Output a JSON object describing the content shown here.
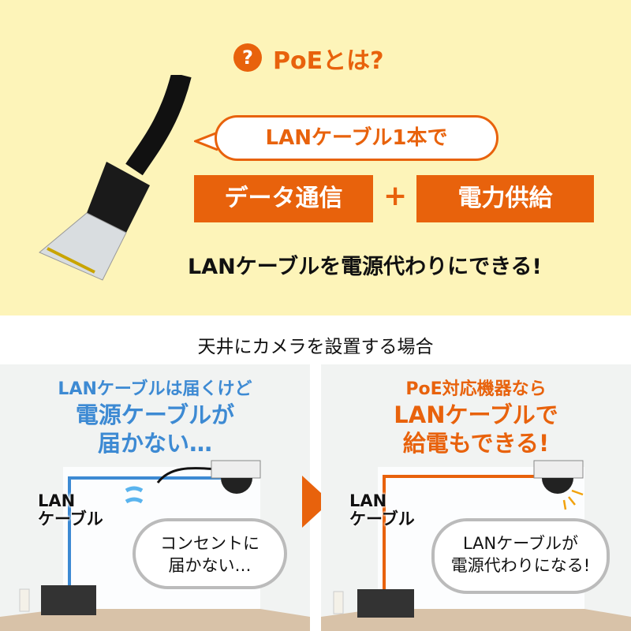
{
  "header": {
    "icon": "question-icon",
    "title": "PoEとは?"
  },
  "bubble": "LANケーブル1本で",
  "features": [
    "データ通信",
    "電力供給"
  ],
  "plus": "+",
  "tagline": "LANケーブルを電源代わりにできる!",
  "case_title": "天井にカメラを設置する場合",
  "left_panel": {
    "heading": [
      "LANケーブルは届くけど",
      "電源ケーブルが",
      "届かない…"
    ],
    "cable_label": [
      "LAN",
      "ケーブル"
    ],
    "speech": [
      "コンセントに",
      "届かない…"
    ],
    "color": "#3d8ad3"
  },
  "right_panel": {
    "heading": [
      "PoE対応機器なら",
      "LANケーブルで",
      "給電もできる!"
    ],
    "cable_label": [
      "LAN",
      "ケーブル"
    ],
    "speech": [
      "LANケーブルが",
      "電源代わりになる!"
    ],
    "color": "#e8620c"
  },
  "colors": {
    "accent": "#e8620c",
    "background": "#fdf4b9",
    "blue": "#3d8ad3"
  }
}
